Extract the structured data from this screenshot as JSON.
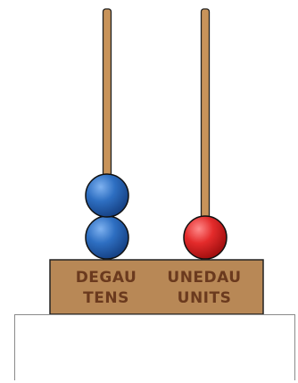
{
  "abacus": {
    "columns": [
      {
        "id": "tens",
        "label_line1": "DEGAU",
        "label_line2": "TENS",
        "bead_count": 2,
        "bead_color": "#2e6fc2"
      },
      {
        "id": "units",
        "label_line1": "UNEDAU",
        "label_line2": "UNITS",
        "bead_count": 1,
        "bead_color": "#e42b2b"
      }
    ],
    "rod_color": "#c8935a",
    "base_color": "#b88856",
    "label_color": "#6b3a1e"
  },
  "answer": {
    "value": "",
    "placeholder": ""
  }
}
